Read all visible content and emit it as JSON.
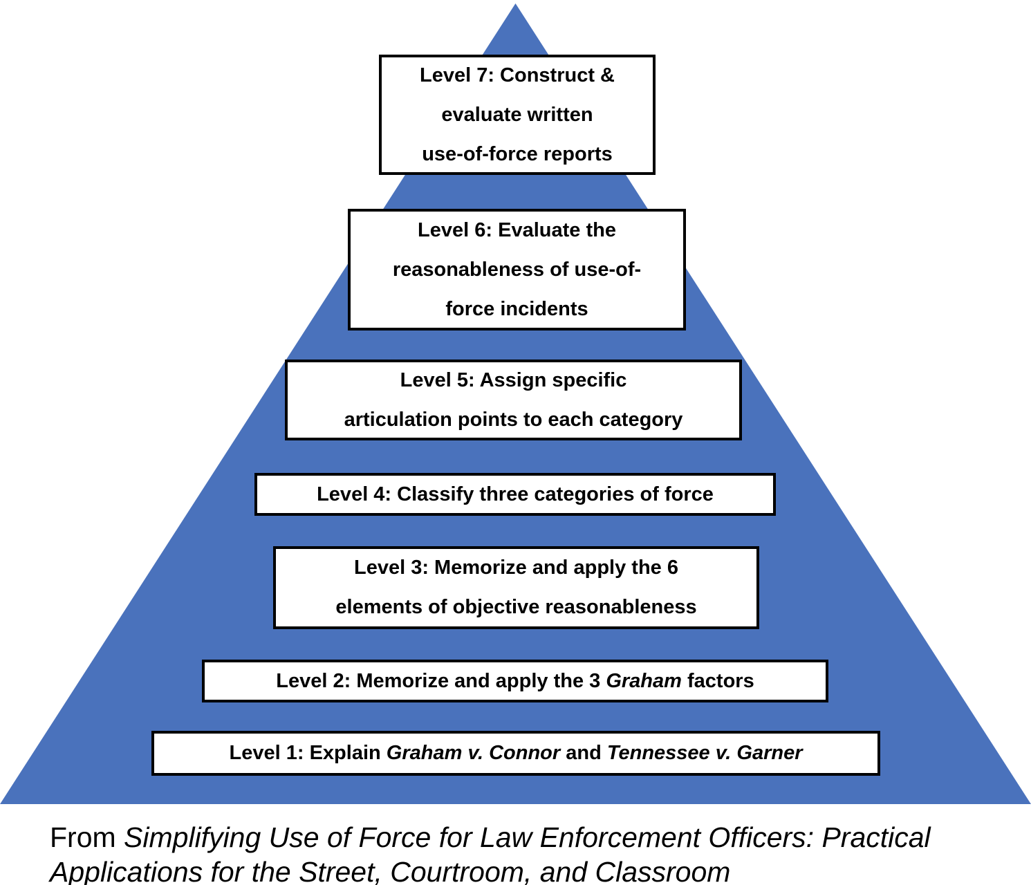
{
  "diagram": {
    "type": "pyramid",
    "pyramid_color": "#4a72bc",
    "box_background": "#ffffff",
    "box_border_color": "#000000",
    "text_color": "#000000",
    "levels": [
      {
        "id": "level-7",
        "text": "Level 7: Construct & evaluate written use-of-force reports",
        "lines": [
          [
            {
              "t": "Level 7: Construct &"
            }
          ],
          [
            {
              "t": "evaluate written"
            }
          ],
          [
            {
              "t": "use-of-force reports"
            }
          ]
        ]
      },
      {
        "id": "level-6",
        "text": "Level 6: Evaluate the reasonableness of use-of-force incidents",
        "lines": [
          [
            {
              "t": "Level 6: Evaluate the"
            }
          ],
          [
            {
              "t": "reasonableness of use-of-"
            }
          ],
          [
            {
              "t": "force incidents"
            }
          ]
        ]
      },
      {
        "id": "level-5",
        "text": "Level 5: Assign specific articulation points to each category",
        "lines": [
          [
            {
              "t": "Level 5: Assign specific"
            }
          ],
          [
            {
              "t": "articulation points to each category"
            }
          ]
        ]
      },
      {
        "id": "level-4",
        "text": "Level 4: Classify three categories of force",
        "lines": [
          [
            {
              "t": "Level 4: Classify three categories of force"
            }
          ]
        ]
      },
      {
        "id": "level-3",
        "text": "Level 3: Memorize and apply the 6 elements of objective reasonableness",
        "lines": [
          [
            {
              "t": "Level 3: Memorize and apply the 6"
            }
          ],
          [
            {
              "t": "elements of objective reasonableness"
            }
          ]
        ]
      },
      {
        "id": "level-2",
        "text": "Level 2: Memorize and apply the 3 Graham factors",
        "lines": [
          [
            {
              "t": "Level 2: Memorize and apply the 3 "
            },
            {
              "t": "Graham",
              "i": true
            },
            {
              "t": " factors"
            }
          ]
        ]
      },
      {
        "id": "level-1",
        "text": "Level 1: Explain Graham v. Connor and Tennessee v. Garner",
        "lines": [
          [
            {
              "t": "Level 1: Explain "
            },
            {
              "t": "Graham v. Connor",
              "i": true
            },
            {
              "t": " and "
            },
            {
              "t": "Tennessee v. Garner",
              "i": true
            }
          ]
        ]
      }
    ],
    "caption_text": "From Simplifying Use of Force for Law Enforcement Officers: Practical Applications for the Street, Courtroom, and Classroom",
    "caption_lines": [
      [
        {
          "t": "From "
        },
        {
          "t": "Simplifying Use of Force for Law Enforcement Officers: Practical",
          "i": true
        }
      ],
      [
        {
          "t": "Applications for the Street, Courtroom, and Classroom",
          "i": true
        }
      ]
    ]
  }
}
